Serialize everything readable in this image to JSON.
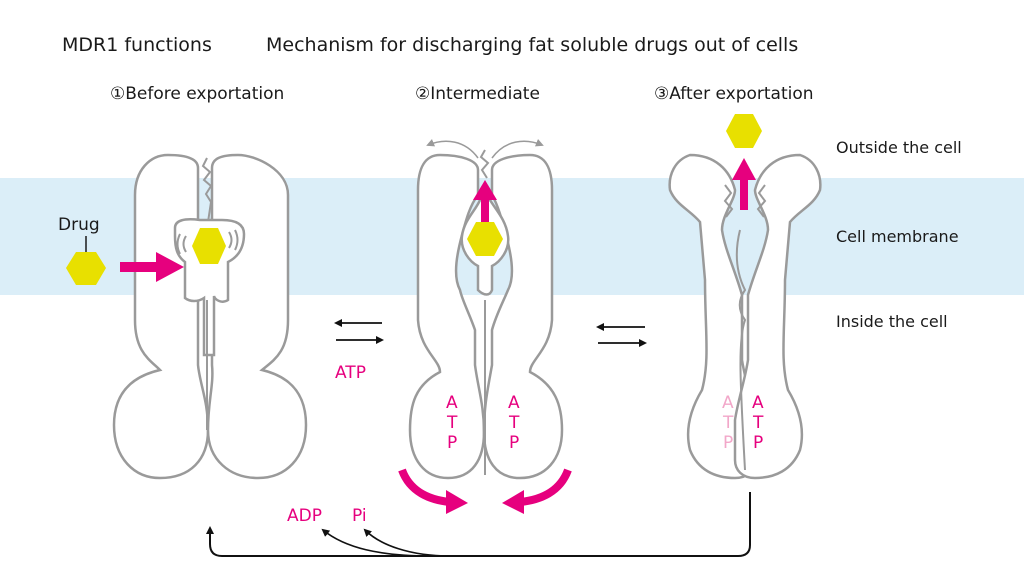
{
  "title_left": "MDR1 functions",
  "title_right": "Mechanism for discharging fat soluble drugs out of cells",
  "stages": [
    {
      "label": "①Before exportation"
    },
    {
      "label": "②Intermediate"
    },
    {
      "label": "③After exportation"
    }
  ],
  "regions": {
    "outside": "Outside the cell",
    "membrane": "Cell membrane",
    "inside": "Inside the cell"
  },
  "labels": {
    "drug": "Drug",
    "atp": "ATP",
    "adp": "ADP",
    "pi": "Pi",
    "atp_letters": [
      "A",
      "T",
      "P"
    ]
  },
  "colors": {
    "membrane": "#dbeef8",
    "accent": "#e6007e",
    "drug": "#e8e000",
    "outline": "#9a9a9a"
  }
}
